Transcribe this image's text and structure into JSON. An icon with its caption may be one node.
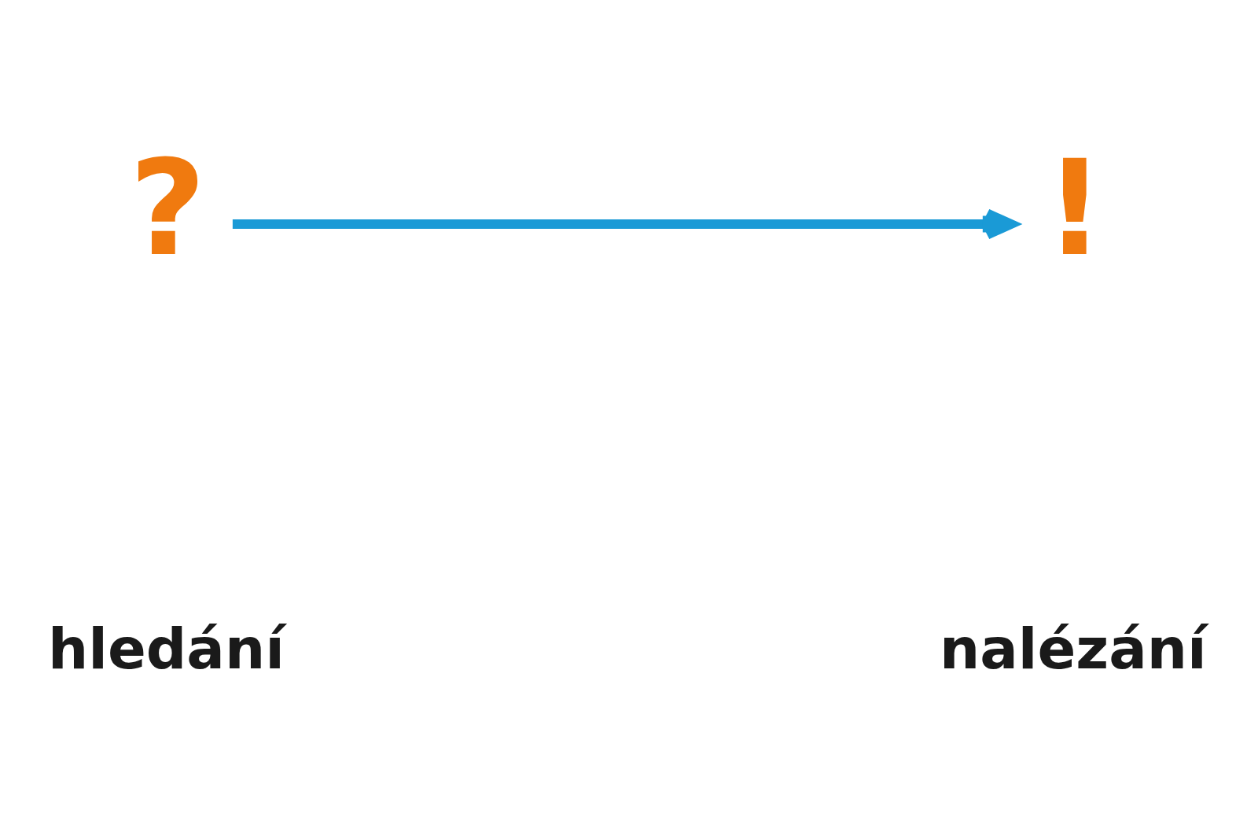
{
  "diagram": {
    "nodes": [
      {
        "text": [
          "?"
        ]
      },
      {
        "text": [
          "!"
        ]
      }
    ],
    "edges": [
      {
        "from": 0,
        "to": 1,
        "arrow": "to",
        "color": "#1a9ad6"
      }
    ],
    "labels": [
      "hledání",
      "nalézání"
    ]
  }
}
